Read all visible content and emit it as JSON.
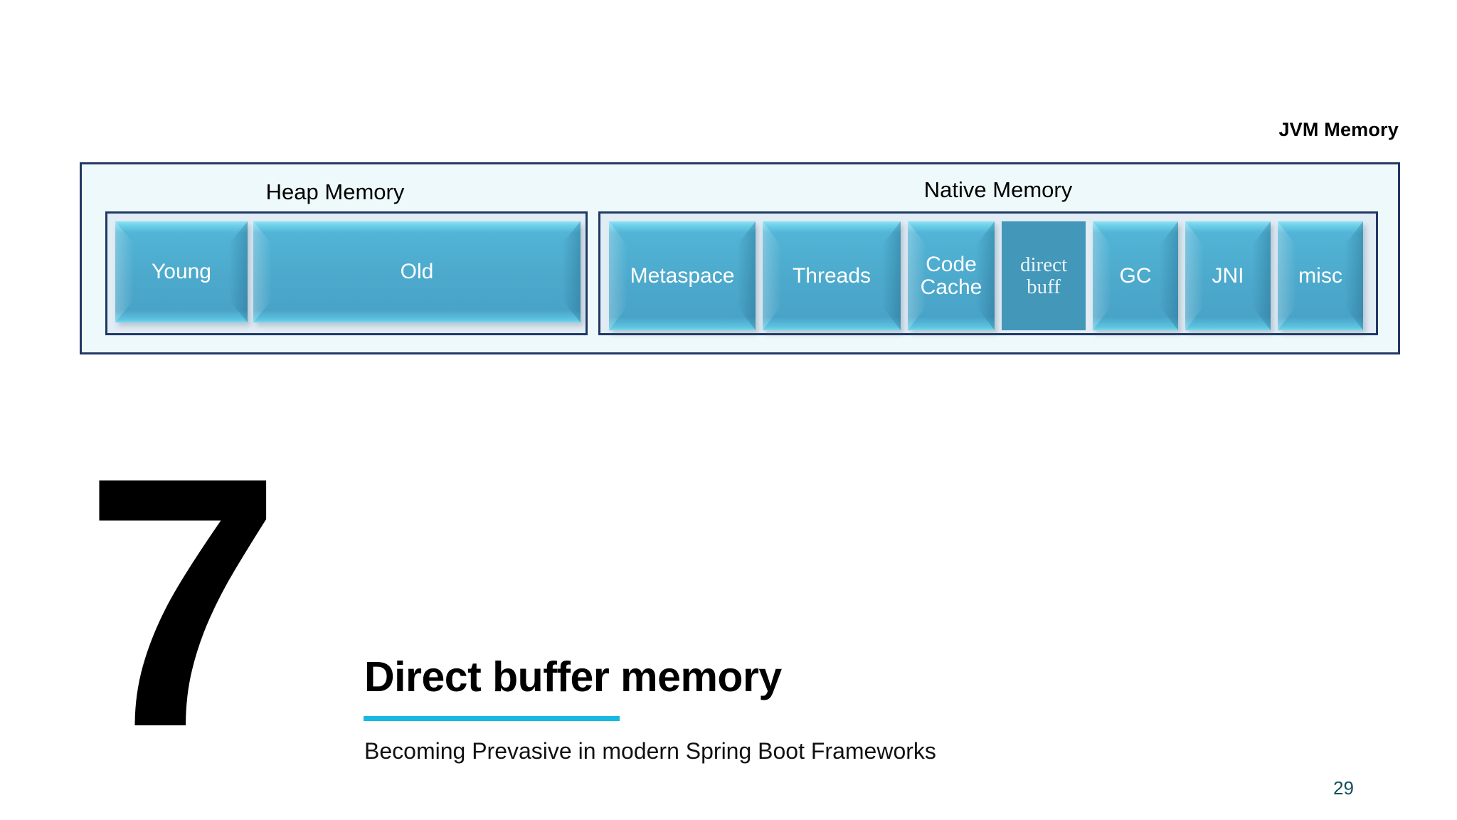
{
  "diagram": {
    "caption": "JVM Memory",
    "regions": [
      {
        "key": "heap",
        "title": "Heap Memory",
        "blocks": [
          {
            "label": "Young",
            "highlight": false
          },
          {
            "label": "Old",
            "highlight": false
          }
        ]
      },
      {
        "key": "native",
        "title": "Native Memory",
        "blocks": [
          {
            "label": "Metaspace",
            "highlight": false
          },
          {
            "label": "Threads",
            "highlight": false
          },
          {
            "label": "Code Cache",
            "highlight": false
          },
          {
            "label": "direct buff",
            "highlight": true
          },
          {
            "label": "GC",
            "highlight": false
          },
          {
            "label": "JNI",
            "highlight": false
          },
          {
            "label": "misc",
            "highlight": false
          }
        ]
      }
    ]
  },
  "slide": {
    "number_marker": "7",
    "title": "Direct buffer memory",
    "subtitle": "Becoming Prevasive in modern Spring Boot Frameworks",
    "page_number": "29"
  },
  "colors": {
    "accent_rule": "#17b9e0",
    "chip_base": "#4ca9cc",
    "chip_highlight_flat": "#4397b8",
    "container_border": "#203864",
    "container_fill": "#eef9fb",
    "inner_fill": "#e2ecf5",
    "page_number": "#14505a"
  }
}
